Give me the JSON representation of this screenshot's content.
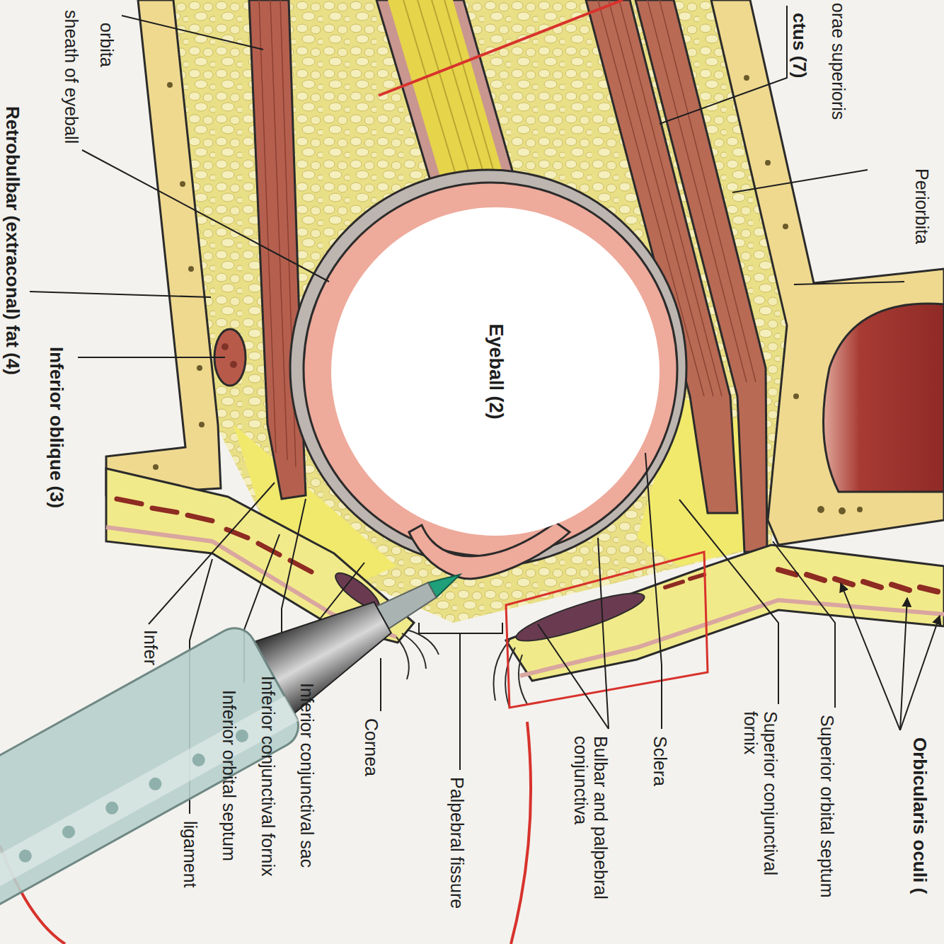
{
  "diagram": {
    "nodes": [
      {
        "text": [
          "Eyeball (2)"
        ]
      }
    ],
    "labels": [
      "orbita",
      "sheath of eyeball",
      "Retrobulbar (extraconal) fat (4)",
      "Inferior oblique (3)",
      "ctus (7)",
      "orae superioris",
      "Periorbita",
      "Orbicularis oculi (",
      "Superior orbital septum",
      "Superior conjunctival fornix",
      "Sclera",
      "Bulbar and palpebral conjunctiva",
      "Palpebral fissure",
      "Cornea",
      "Inferior conjunctival sac",
      "Inferior conjunctival fornix",
      "Inferior orbital septum",
      "ligament",
      "Infer"
    ]
  }
}
